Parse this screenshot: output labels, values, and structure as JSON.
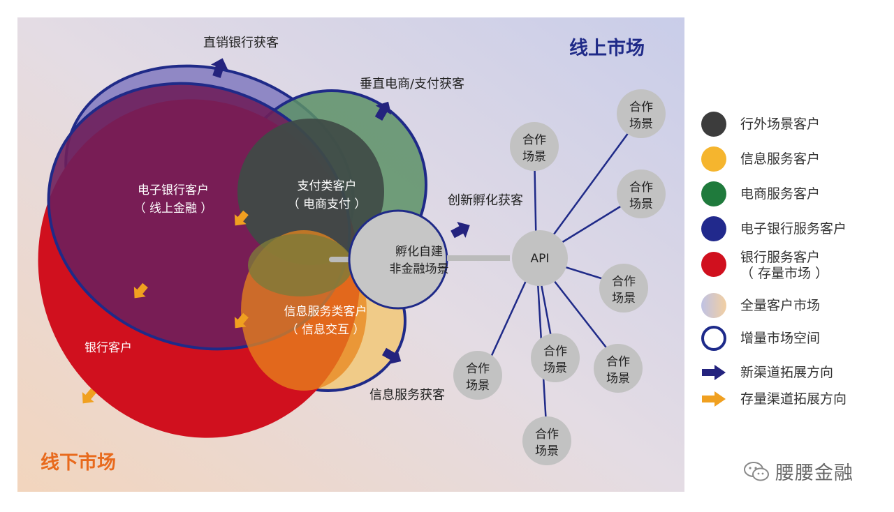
{
  "regions": {
    "online_market": "线上市场",
    "offline_market": "线下市场"
  },
  "circles": {
    "ebank": [
      "电子银行客户",
      "（ 线上金融 ）"
    ],
    "payment": [
      "支付类客户",
      "（ 电商支付 ）"
    ],
    "info": [
      "信息服务类客户",
      "（ 信息交互 ）"
    ],
    "bank": "银行客户",
    "incubator": [
      "孵化自建",
      "非金融场景"
    ],
    "api": "API",
    "scene": [
      "合作",
      "场景"
    ]
  },
  "channels": {
    "direct_bank": "直销银行获客",
    "ecommerce": "垂直电商/支付获客",
    "innovation": "创新孵化获客",
    "info_service": "信息服务获客"
  },
  "legend": [
    {
      "label": "行外场景客户",
      "color": "#3c3c3c",
      "kind": "dot"
    },
    {
      "label": "信息服务客户",
      "color": "#f5b52e",
      "kind": "dot"
    },
    {
      "label": "电商服务客户",
      "color": "#1f7a3c",
      "kind": "dot"
    },
    {
      "label": "电子银行服务客户",
      "color": "#21298c",
      "kind": "dot"
    },
    {
      "label": "银行服务客户",
      "sublabel": "（ 存量市场 ）",
      "color": "#d0101e",
      "kind": "dot"
    },
    {
      "label": "全量客户市场",
      "color": "#e8c6a8",
      "kind": "gradient-dot"
    },
    {
      "label": "增量市场空间",
      "color": "#1d2a8a",
      "kind": "ring"
    },
    {
      "label": "新渠道拓展方向",
      "color": "#24237e",
      "kind": "arrow"
    },
    {
      "label": "存量渠道拓展方向",
      "color": "#f0a020",
      "kind": "arrow"
    }
  ],
  "watermark": "腰腰金融",
  "colors": {
    "navy": "#1f2a88",
    "red": "#d0101e",
    "orange_arrow": "#f0a020",
    "grey_node": "#c2c2c2"
  }
}
